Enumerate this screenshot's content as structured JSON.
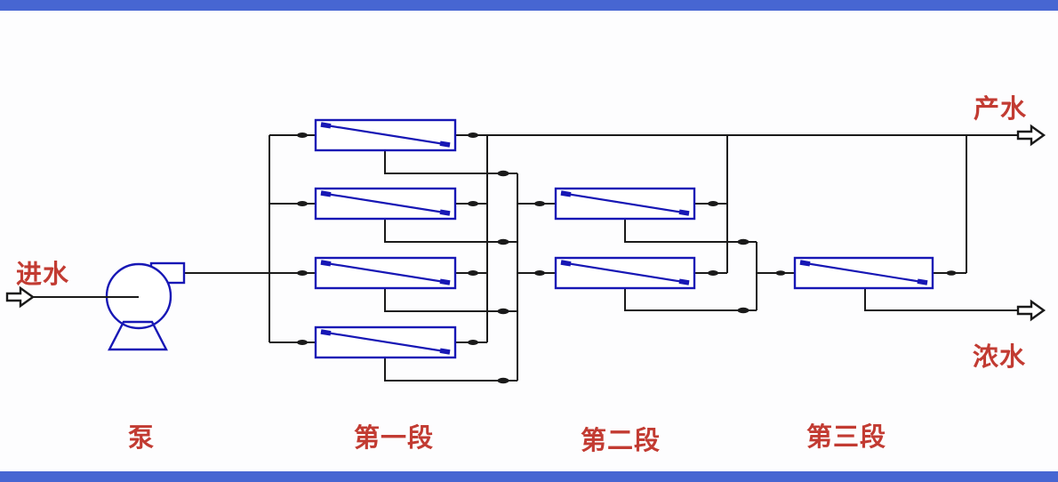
{
  "page": {
    "background": "#fdfdfe"
  },
  "colors": {
    "line": "#1a1a1a",
    "component": "#1717b5",
    "label_red": "#c23b32",
    "border_bar": "#4766d2"
  },
  "labels": {
    "feed_water": "进水",
    "product_water": "产水",
    "concentrate_water": "浓水",
    "pump": "泵",
    "stage_one": "第一段",
    "stage_two": "第二段",
    "stage_three": "第三段"
  },
  "system": {
    "type": "three-stage membrane process flow diagram",
    "stage_vessel_counts": [
      4,
      2,
      1
    ],
    "flow_outputs": [
      "产水",
      "浓水"
    ],
    "flow_input": "进水"
  }
}
